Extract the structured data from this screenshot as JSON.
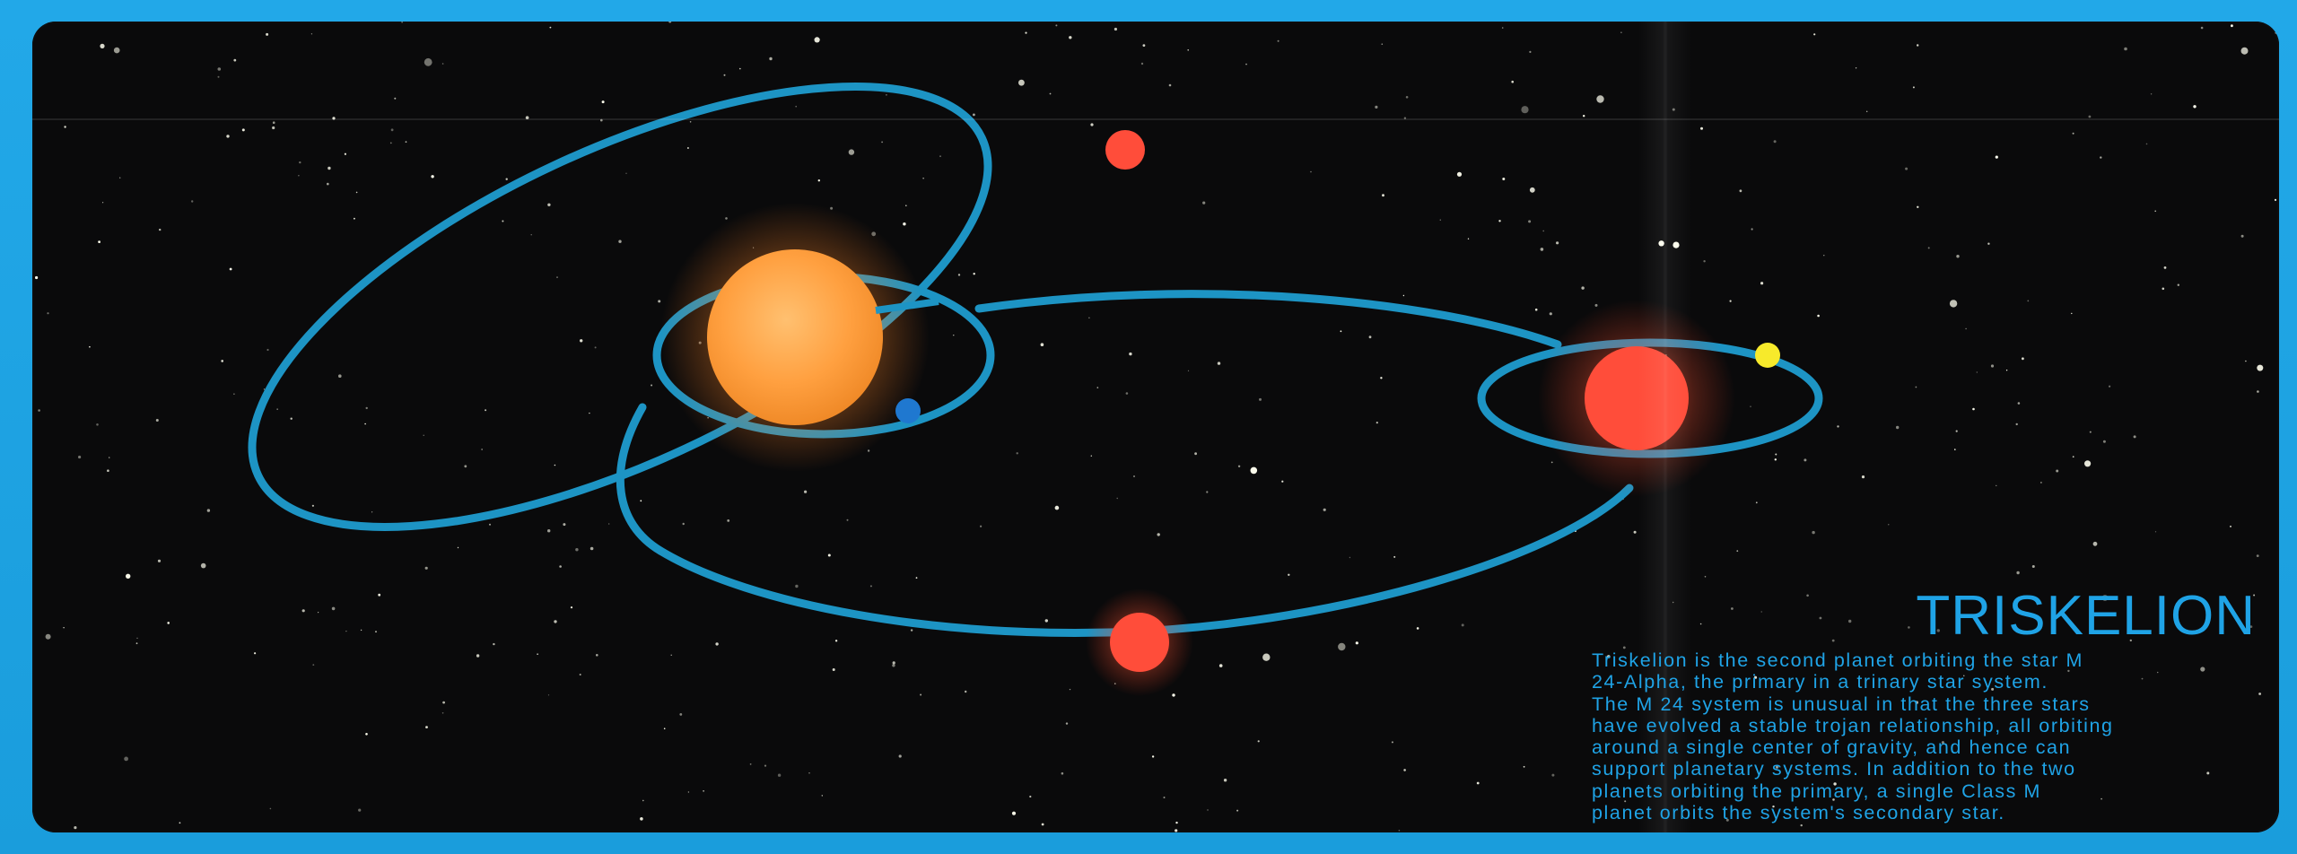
{
  "title": "TRISKELION",
  "description_lines": [
    "Triskelion is the second planet orbiting the star M",
    "24-Alpha, the primary in a trinary star system.",
    "The M 24 system is unusual in that the three stars",
    "have evolved a stable trojan relationship, all orbiting",
    "around a single center of gravity, and hence can",
    "support planetary systems. In addition to the two",
    "planets orbiting the primary, a single Class M",
    "planet orbits the system's secondary star."
  ],
  "colors": {
    "border": "#1aa0e0",
    "background": "#0a0a0b",
    "orbit": "#1d94c4",
    "primary_star": "#ff9a3c",
    "red_star": "#ff4d3a",
    "blue_planet": "#1f78d0",
    "yellow_planet": "#f7ea2b",
    "text": "#1fa3e6"
  }
}
